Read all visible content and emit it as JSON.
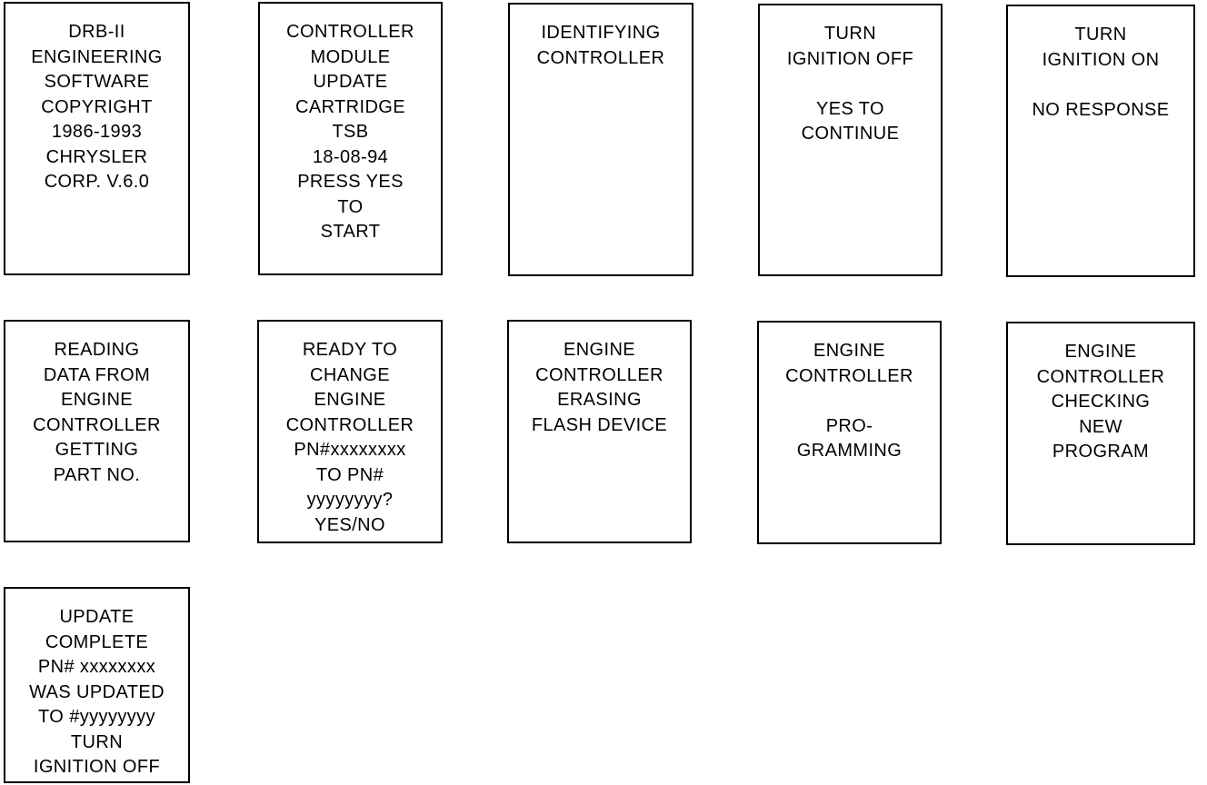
{
  "screens": [
    {
      "lines": [
        "DRB-II",
        "ENGINEERING",
        "SOFTWARE",
        "COPYRIGHT",
        "1986-1993",
        "CHRYSLER",
        "CORP. V.6.0"
      ]
    },
    {
      "lines": [
        "CONTROLLER",
        "MODULE",
        "UPDATE",
        "CARTRIDGE",
        "TSB",
        "18-08-94",
        "PRESS YES",
        "TO",
        "START"
      ]
    },
    {
      "lines": [
        "IDENTIFYING",
        "CONTROLLER"
      ]
    },
    {
      "lines": [
        "TURN",
        "IGNITION OFF",
        "",
        "YES TO",
        "CONTINUE"
      ]
    },
    {
      "lines": [
        "TURN",
        "IGNITION ON",
        "",
        "NO RESPONSE"
      ]
    },
    {
      "lines": [
        "READING",
        "DATA FROM",
        "ENGINE",
        "CONTROLLER",
        "GETTING",
        "PART NO."
      ]
    },
    {
      "lines": [
        "READY TO",
        "CHANGE",
        "ENGINE",
        "CONTROLLER",
        "PN#xxxxxxxx",
        "TO PN#",
        "yyyyyyyy?",
        "YES/NO"
      ]
    },
    {
      "lines": [
        "ENGINE",
        "CONTROLLER",
        "ERASING",
        "FLASH DEVICE"
      ]
    },
    {
      "lines": [
        "ENGINE",
        "CONTROLLER",
        "",
        "PRO-",
        "GRAMMING"
      ]
    },
    {
      "lines": [
        "ENGINE",
        "CONTROLLER",
        "CHECKING",
        "NEW",
        "PROGRAM"
      ]
    },
    {
      "lines": [
        "UPDATE",
        "COMPLETE",
        "PN# xxxxxxxx",
        "WAS UPDATED",
        "TO #yyyyyyyy",
        "TURN",
        "IGNITION OFF"
      ]
    }
  ]
}
